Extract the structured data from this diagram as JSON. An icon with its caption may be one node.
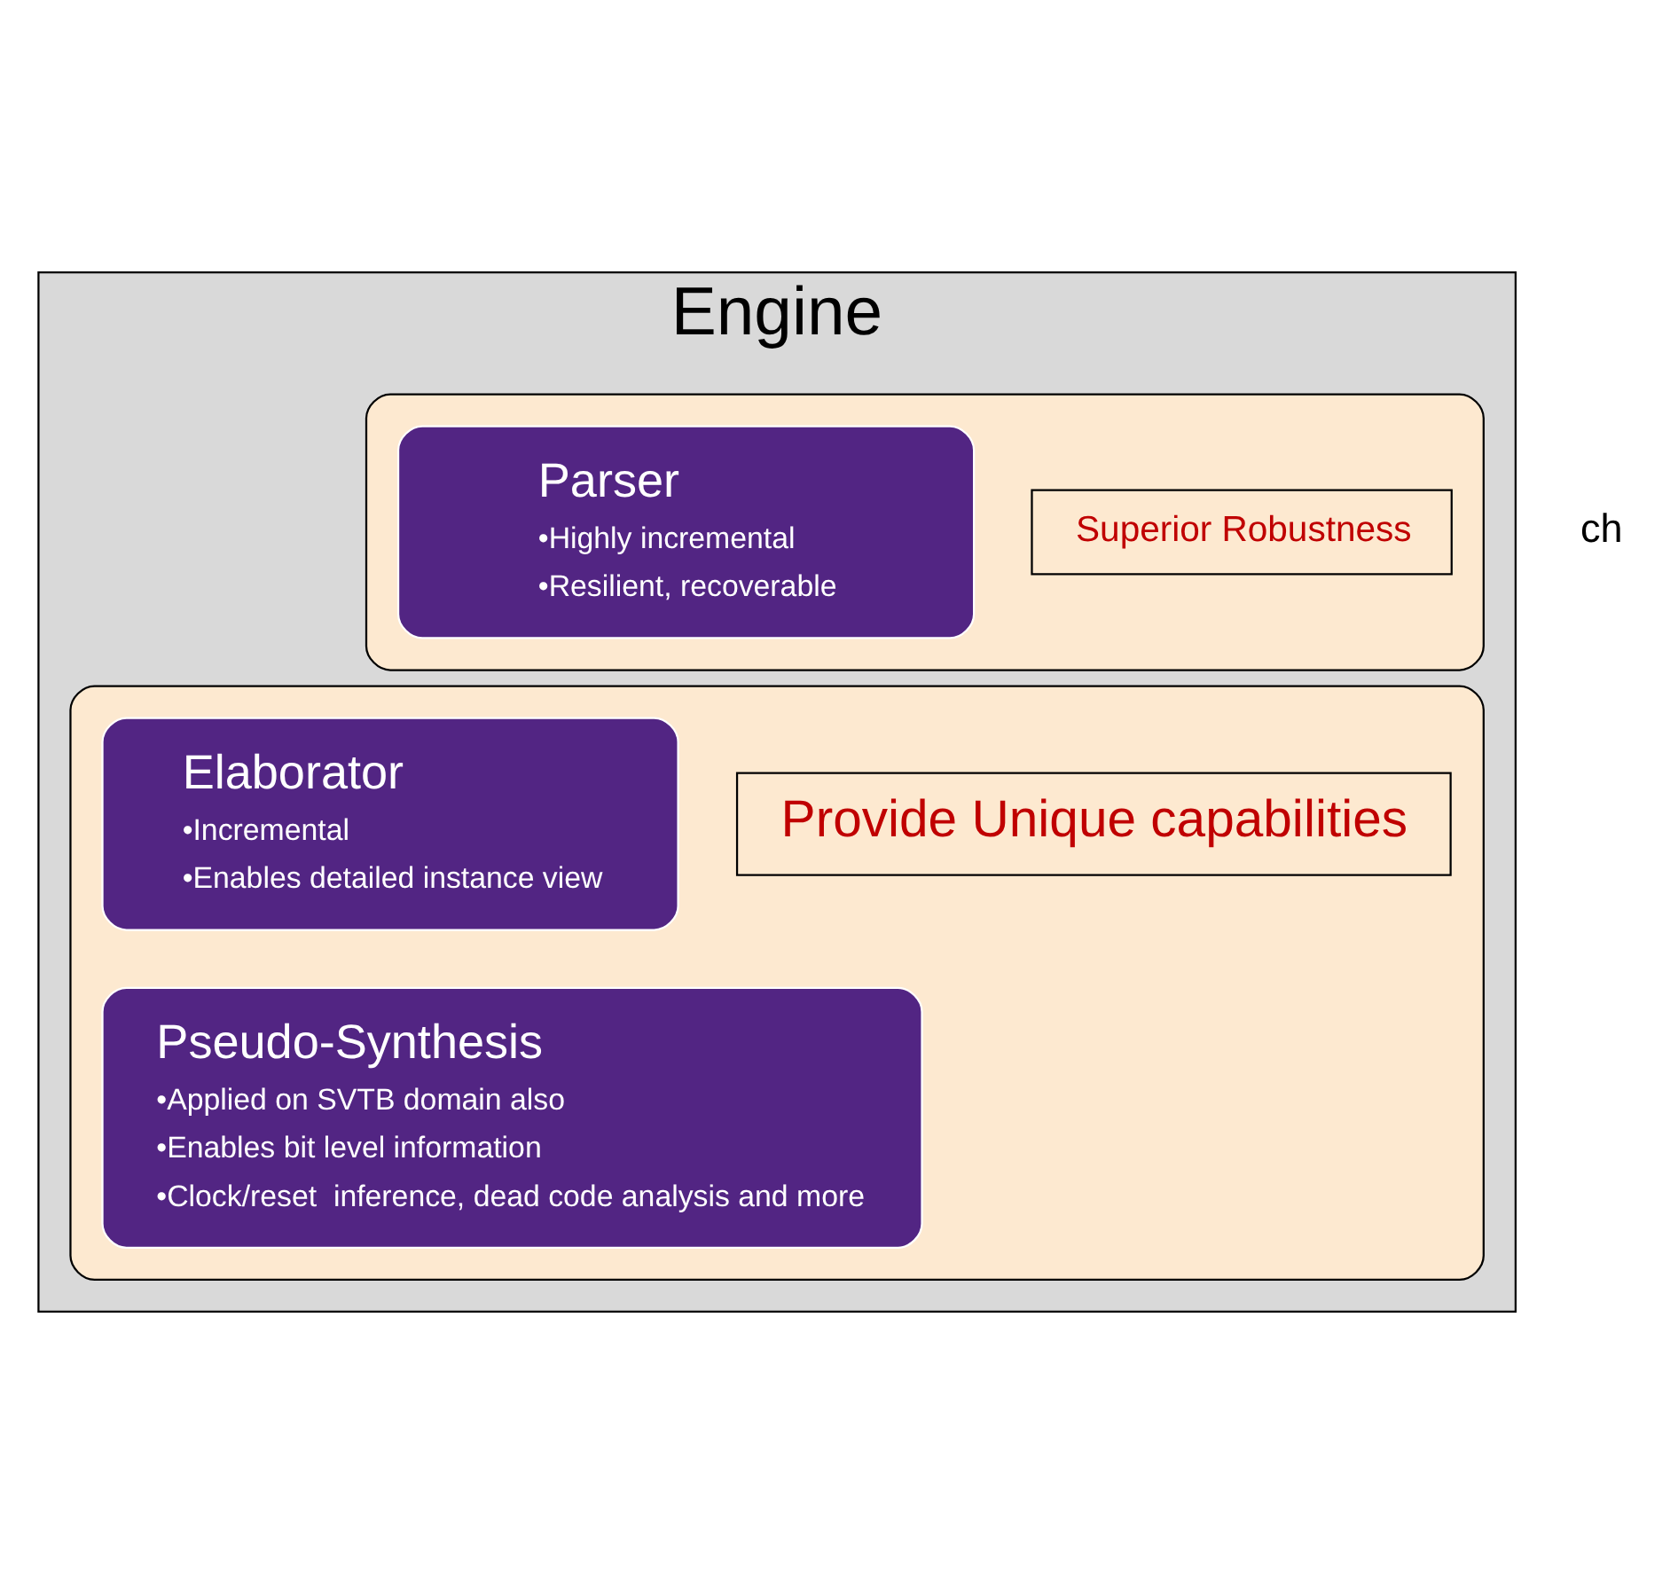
{
  "diagram": {
    "nodes": [
      {
        "text": [
          "Engine"
        ]
      },
      {
        "text": [],
        "shape": "box",
        "in": 0
      },
      {
        "text": [
          "Parser",
          "•Highly incremental",
          "•Resilient, recoverable"
        ],
        "in": 1
      },
      {
        "text": [
          "Superior Robustness"
        ],
        "in": 1
      },
      {
        "text": [],
        "shape": "box",
        "in": 0
      },
      {
        "text": [
          "Elaborator",
          "•Incremental",
          "•Enables detailed instance view"
        ],
        "in": 4
      },
      {
        "text": [
          "Pseudo-Synthesis",
          "•Applied on SVTB domain also",
          "•Enables bit level information",
          "•Clock/reset  inference, dead code analysis and more"
        ],
        "in": 4
      },
      {
        "text": [
          "Provide Unique capabilities"
        ],
        "in": 4
      }
    ],
    "edges": [],
    "labels": [
      "ch"
    ]
  }
}
